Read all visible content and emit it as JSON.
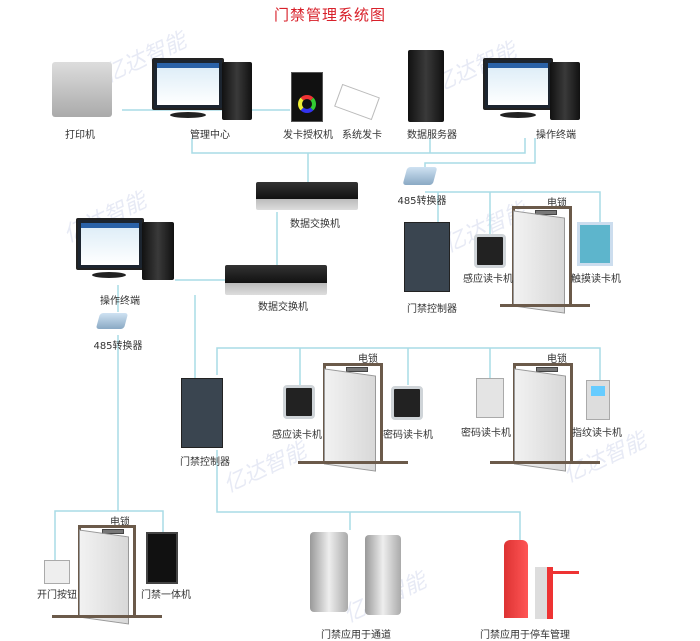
{
  "title": "门禁管理系统图",
  "watermark": "亿达智能",
  "top_row": {
    "printer": "打印机",
    "management_center": "管理中心",
    "card_issuer": "发卡授权机",
    "system_card": "系统发卡",
    "data_server": "数据服务器",
    "operator_terminal": "操作终端"
  },
  "switch_1": "数据交换机",
  "switch_2": "数据交换机",
  "right_cluster": {
    "converter": "485转换器",
    "electric_lock": "电锁",
    "proximity_reader": "感应读卡机",
    "touch_reader": "触摸读卡机",
    "controller": "门禁控制器"
  },
  "left_cluster": {
    "operator_terminal": "操作终端",
    "converter": "485转换器"
  },
  "middle_cluster": {
    "controller": "门禁控制器",
    "electric_lock_1": "电锁",
    "electric_lock_2": "电锁",
    "proximity_reader": "感应读卡机",
    "password_reader_1": "密码读卡机",
    "password_reader_2": "密码读卡机",
    "fingerprint_reader": "指纹读卡机"
  },
  "bottom": {
    "electric_lock": "电锁",
    "exit_button": "开门按钮",
    "all_in_one": "门禁一体机",
    "turnstile": "门禁应用于通道",
    "parking": "门禁应用于停车管理"
  },
  "colors": {
    "title": "#d8202a",
    "wire": "#a8dce6"
  }
}
